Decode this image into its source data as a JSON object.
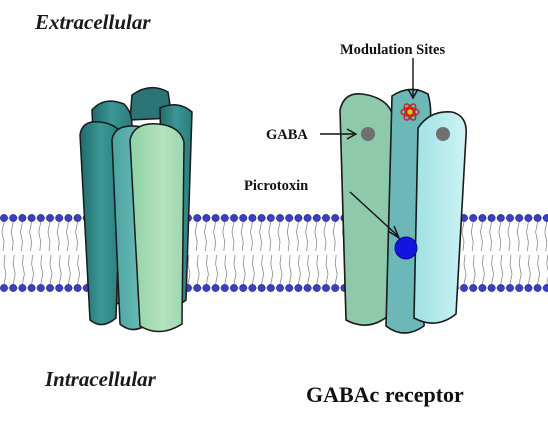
{
  "labels": {
    "extracellular": "Extracellular",
    "intracellular": "Intracellular",
    "modulation_sites": "Modulation Sites",
    "gaba": "GABA",
    "picrotoxin": "Picrotoxin",
    "title": "GABAc receptor"
  },
  "colors": {
    "bead": "#3c3fc4",
    "tail": "#8a8a8a",
    "teal_dark": "#2f8384",
    "teal_mid": "#5fb2ad",
    "green_light": "#a8dcb2",
    "cyan_light": "#bfeef0",
    "sage": "#8ec9ac",
    "picrotoxin_dot": "#1414e0",
    "gaba_dot": "#707070",
    "modulator_red": "#c81e1e",
    "modulator_yellow": "#f0c800",
    "outline": "#1a1a1a"
  }
}
